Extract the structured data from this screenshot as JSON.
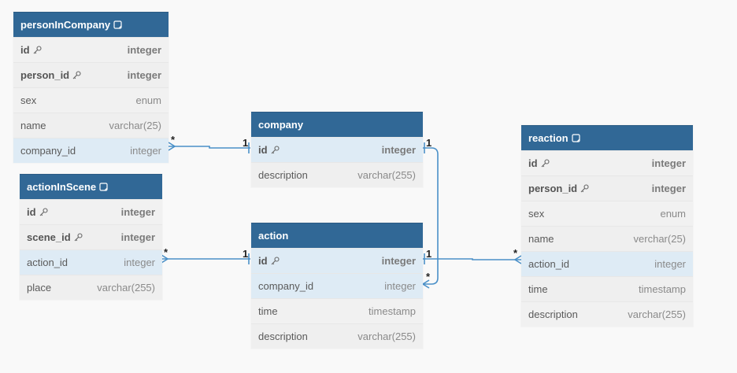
{
  "tables": {
    "personInCompany": {
      "name": "personInCompany",
      "fields": [
        {
          "name": "id",
          "type": "integer"
        },
        {
          "name": "person_id",
          "type": "integer"
        },
        {
          "name": "sex",
          "type": "enum"
        },
        {
          "name": "name",
          "type": "varchar(25)"
        },
        {
          "name": "company_id",
          "type": "integer"
        }
      ]
    },
    "actionInScene": {
      "name": "actionInScene",
      "fields": [
        {
          "name": "id",
          "type": "integer"
        },
        {
          "name": "scene_id",
          "type": "integer"
        },
        {
          "name": "action_id",
          "type": "integer"
        },
        {
          "name": "place",
          "type": "varchar(255)"
        }
      ]
    },
    "company": {
      "name": "company",
      "fields": [
        {
          "name": "id",
          "type": "integer"
        },
        {
          "name": "description",
          "type": "varchar(255)"
        }
      ]
    },
    "action": {
      "name": "action",
      "fields": [
        {
          "name": "id",
          "type": "integer"
        },
        {
          "name": "company_id",
          "type": "integer"
        },
        {
          "name": "time",
          "type": "timestamp"
        },
        {
          "name": "description",
          "type": "varchar(255)"
        }
      ]
    },
    "reaction": {
      "name": "reaction",
      "fields": [
        {
          "name": "id",
          "type": "integer"
        },
        {
          "name": "person_id",
          "type": "integer"
        },
        {
          "name": "sex",
          "type": "enum"
        },
        {
          "name": "name",
          "type": "verchar(25)"
        },
        {
          "name": "action_id",
          "type": "integer"
        },
        {
          "name": "time",
          "type": "timestamp"
        },
        {
          "name": "description",
          "type": "varchar(255)"
        }
      ]
    }
  },
  "relations": {
    "picCompany": {
      "many": "*",
      "one": "1"
    },
    "aisAction": {
      "many": "*",
      "one": "1"
    },
    "actionCompany": {
      "one": "1",
      "many": "*"
    },
    "reactionAction": {
      "one": "1",
      "many": "*"
    }
  },
  "colors": {
    "header": "#316896",
    "highlight_row": "#deebf5",
    "link": "#4a90c8"
  }
}
